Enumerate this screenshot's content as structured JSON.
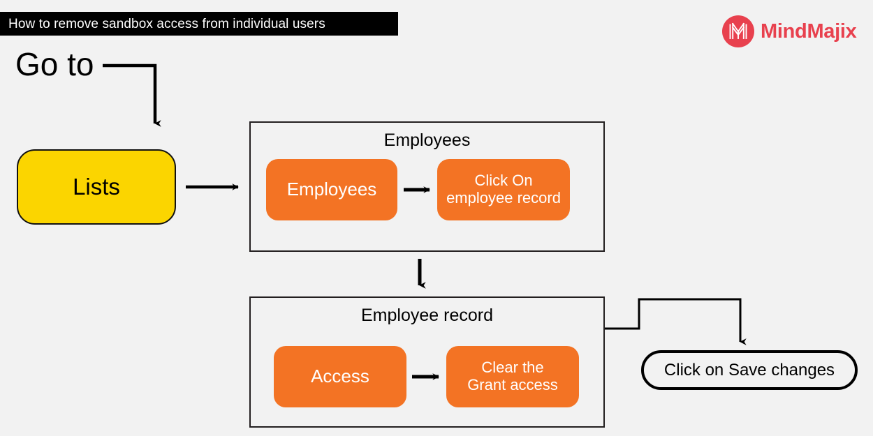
{
  "header": {
    "title": "How to remove sandbox access from individual users",
    "title_bg": "#000000",
    "title_fg": "#ffffff"
  },
  "brand": {
    "name": "MindMajix",
    "mark_icon": "mindmajix-m-monogram-icon",
    "color": "#e8414e"
  },
  "canvas": {
    "background": "#f2f2f2"
  },
  "flow": {
    "entry_label": "Go to",
    "start_node": {
      "label": "Lists",
      "fill": "#fbd500",
      "stroke": "#111111"
    },
    "groups": [
      {
        "id": "employees",
        "title": "Employees",
        "steps": [
          {
            "id": "employees-step",
            "label": "Employees",
            "fill": "#f37324"
          },
          {
            "id": "click-employee-record-step",
            "label": "Click On\nemployee record",
            "line1": "Click On",
            "line2": "employee record",
            "fill": "#f37324"
          }
        ]
      },
      {
        "id": "employee-record",
        "title": "Employee record",
        "steps": [
          {
            "id": "access-step",
            "label": "Access",
            "fill": "#f37324"
          },
          {
            "id": "clear-grant-access-step",
            "label": "Clear the\nGrant access",
            "line1": "Clear the",
            "line2": "Grant access",
            "fill": "#f37324"
          }
        ]
      }
    ],
    "end_node": {
      "label": "Click on Save changes",
      "fill": "#f2f2f2",
      "stroke": "#000000"
    },
    "arrows": [
      {
        "id": "goto-to-lists",
        "kind": "elbow-down"
      },
      {
        "id": "lists-to-employees-group",
        "kind": "straight-right"
      },
      {
        "id": "employees-to-click-record",
        "kind": "straight-right"
      },
      {
        "id": "employees-group-to-record-group",
        "kind": "straight-down"
      },
      {
        "id": "access-to-clear-grant",
        "kind": "straight-right"
      },
      {
        "id": "record-group-to-save-changes",
        "kind": "elbow-up-right-down"
      }
    ]
  }
}
